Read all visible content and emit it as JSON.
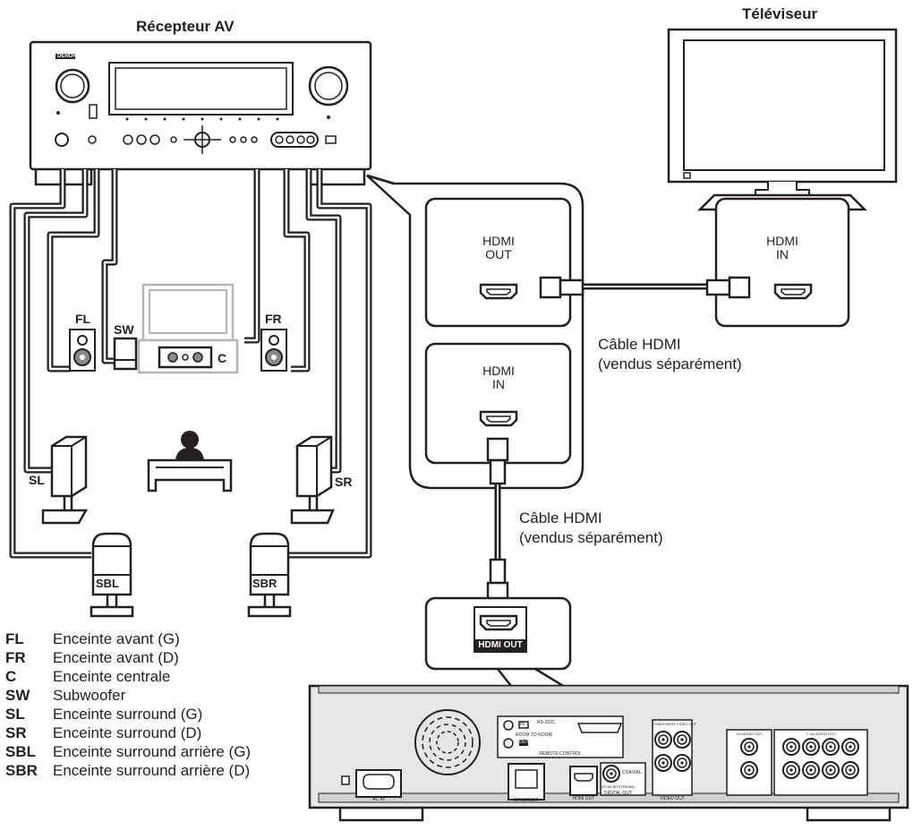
{
  "receiver": {
    "title": "Récepteur AV",
    "brand": "DENON"
  },
  "tv": {
    "title": "Téléviseur"
  },
  "ports": {
    "receiver_hdmi_out": [
      "HDMI",
      "OUT"
    ],
    "tv_hdmi_in": [
      "HDMI",
      "IN"
    ],
    "receiver_hdmi_in": [
      "HDMI",
      "IN"
    ],
    "player_hdmi_out": "HDMI OUT"
  },
  "cables": [
    {
      "line1": "Câble HDMI",
      "line2": "(vendus séparément)"
    },
    {
      "line1": "Câble HDMI",
      "line2": "(vendus séparément)"
    }
  ],
  "speakers": {
    "fl": "FL",
    "sw": "SW",
    "fr": "FR",
    "c": "C",
    "sl": "SL",
    "sr": "SR",
    "sbl": "SBL",
    "sbr": "SBR"
  },
  "legend": [
    {
      "code": "FL",
      "desc": "Enceinte avant (G)"
    },
    {
      "code": "FR",
      "desc": "Enceinte avant (D)"
    },
    {
      "code": "C",
      "desc": "Enceinte centrale"
    },
    {
      "code": "SW",
      "desc": "Subwoofer"
    },
    {
      "code": "SL",
      "desc": "Enceinte surround (G)"
    },
    {
      "code": "SR",
      "desc": "Enceinte surround (D)"
    },
    {
      "code": "SBL",
      "desc": "Enceinte surround arrière (G)"
    },
    {
      "code": "SBR",
      "desc": "Enceinte surround arrière (D)"
    }
  ],
  "player_panel": {
    "ac_in": "AC IN",
    "ethernet": "ETHERNET",
    "hdmi_out": "HDMI OUT",
    "coaxial": "COAXIAL",
    "digital_out": "DIGITAL OUT",
    "pcm": "(PCM/ BITSTREAM)",
    "video_out": "VIDEO OUT",
    "component": "COMPONENT VIDEO OUT",
    "remote_control": "REMOTE CONTROL",
    "room_to_room": "ROOM TO ROOM",
    "rs232c": "RS-232C",
    "audio_2ch": "2ch AUDIO OUT",
    "audio_7ch": "7.1ch AUDIO OUT",
    "in": "IN",
    "out": "OUT"
  },
  "colors": {
    "line": "#231f20",
    "gray": "#b5b5b5",
    "panel": "#e6e6e6"
  }
}
